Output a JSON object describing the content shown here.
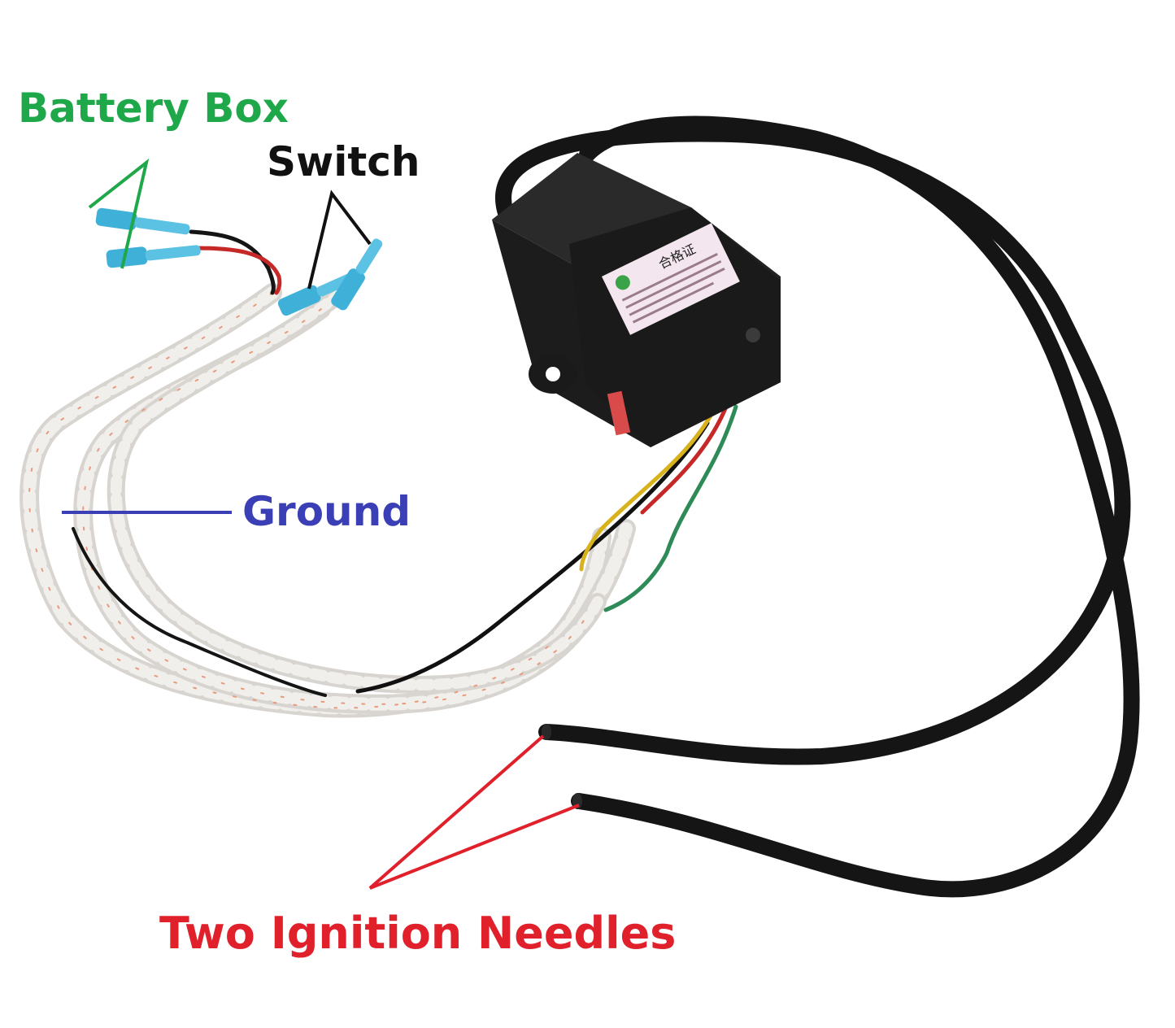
{
  "labels": {
    "battery_box": "Battery Box",
    "switch": "Switch",
    "ground": "Ground",
    "needles": "Two Ignition Needles"
  },
  "sticker": {
    "title": "合格证"
  },
  "colors": {
    "battery_box": "#1fa84a",
    "switch": "#111111",
    "ground": "#3a3fb5",
    "needles": "#e0212b",
    "module_body": "#1c1c1c",
    "sleeve": "#e9e6e2",
    "terminal": "#3fb0d8"
  },
  "icons": {
    "connector": "spade-terminal-icon",
    "module": "ignition-module-icon"
  }
}
